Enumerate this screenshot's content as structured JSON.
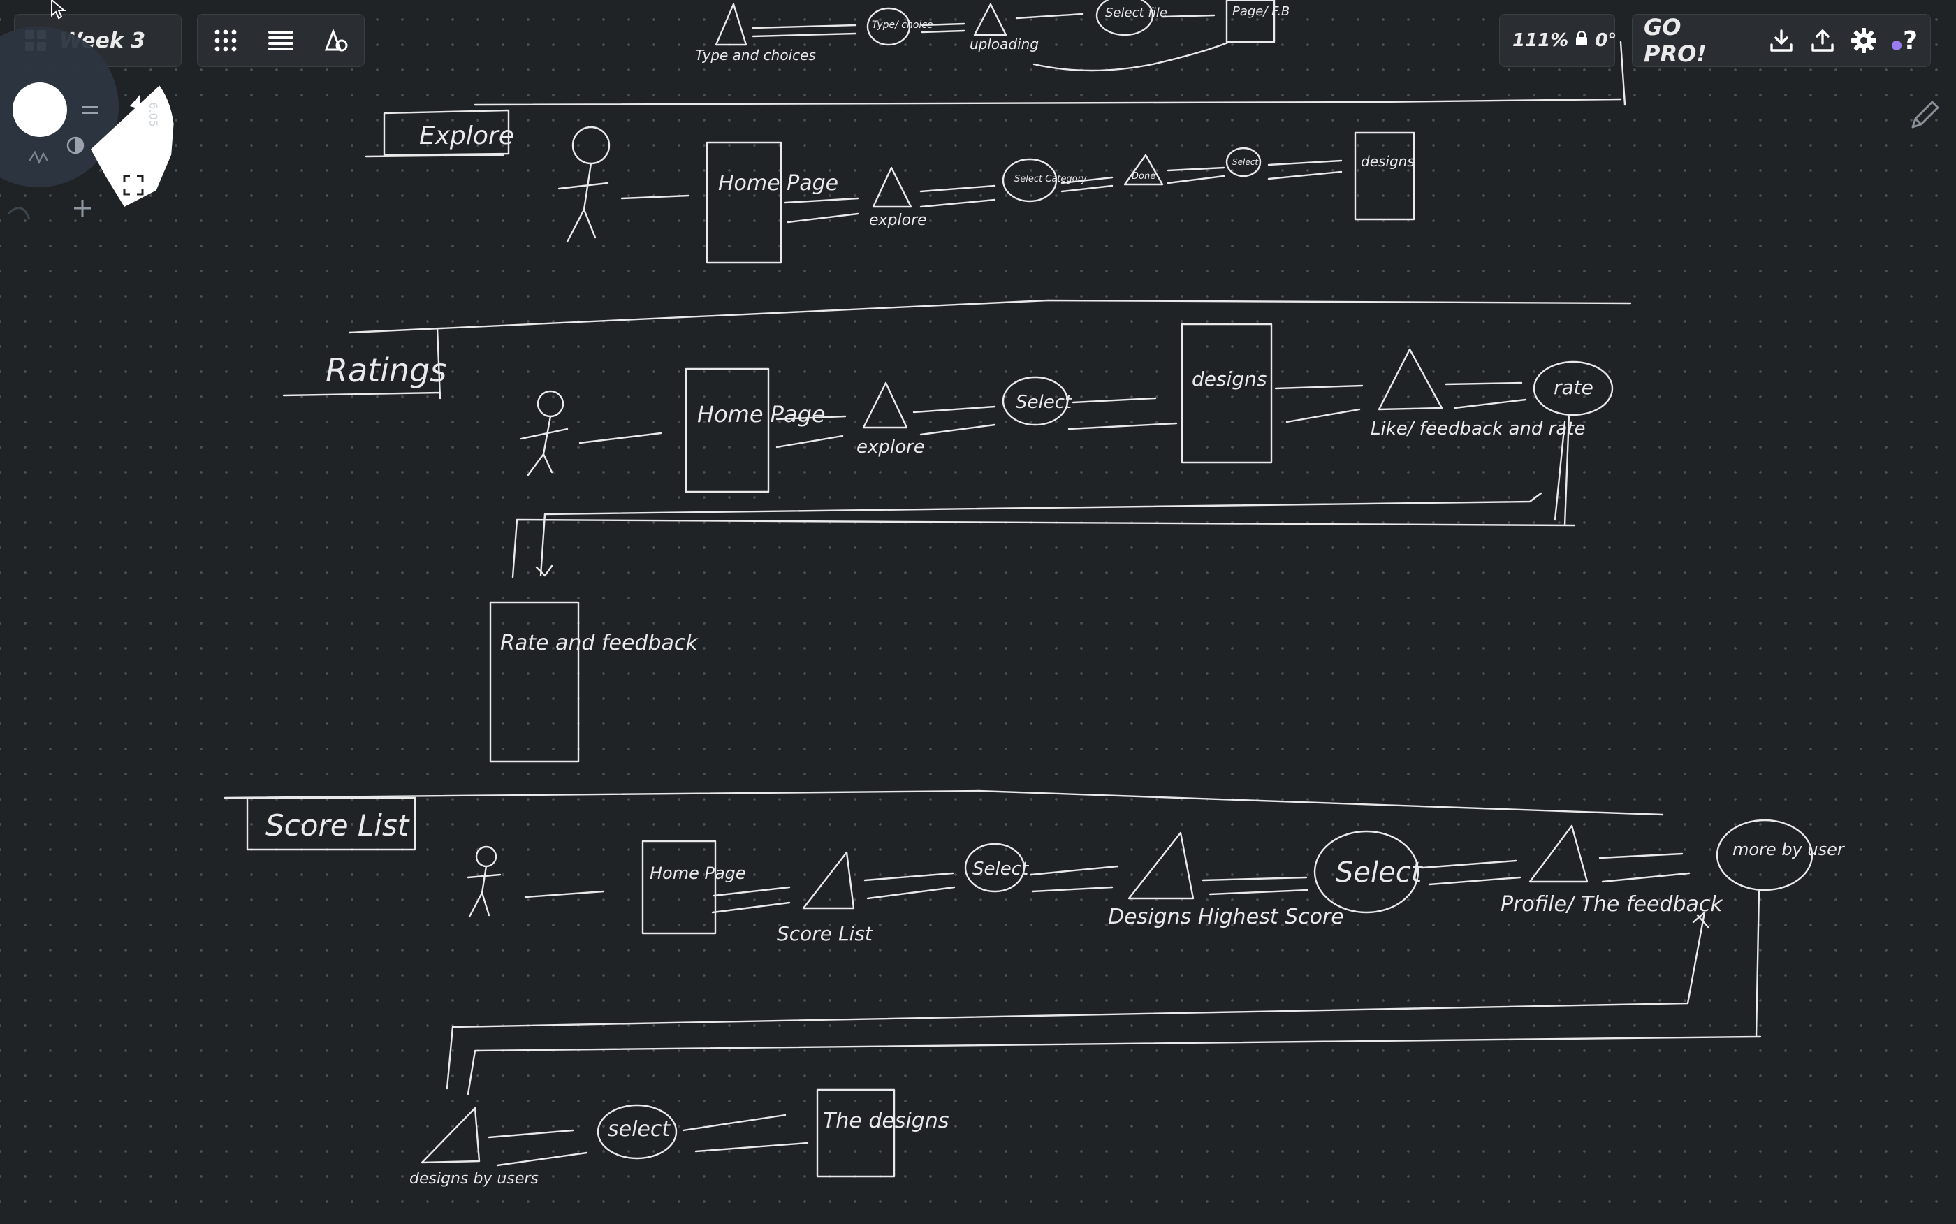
{
  "toolbar": {
    "board_title": "Week 3",
    "zoom_level": "111%",
    "rotation": "0°",
    "go_pro_label": "GO PRO!",
    "icons": [
      "grid-menu-icon",
      "dots-grid-icon",
      "hamburger-icon",
      "shapes-icon",
      "lock-icon",
      "download-icon",
      "upload-icon",
      "settings-icon",
      "help-icon"
    ],
    "accent_color": "#9b7cf0"
  },
  "radial_menu": {
    "size_label": "6.05",
    "active_color": "#ffffff"
  },
  "canvas": {
    "top_flow": {
      "labels": [
        "Type and choices",
        "Type/ choice",
        "uploading",
        "Select file",
        "Page/ F.B"
      ]
    },
    "explore": {
      "title": "Explore",
      "labels": [
        "Home Page",
        "explore",
        "Select Category",
        "Done",
        "Select",
        "designs"
      ]
    },
    "ratings": {
      "title": "Ratings",
      "labels": [
        "Home Page",
        "explore",
        "Select",
        "designs",
        "Like/ feedback and rate",
        "rate",
        "Rate and feedback"
      ]
    },
    "score_list": {
      "title": "Score List",
      "labels": [
        "Home Page",
        "Score List",
        "Select",
        "Designs Highest Score",
        "Select",
        "Profile/ The feedback",
        "more by user",
        "designs by users",
        "select",
        "The designs"
      ]
    }
  }
}
